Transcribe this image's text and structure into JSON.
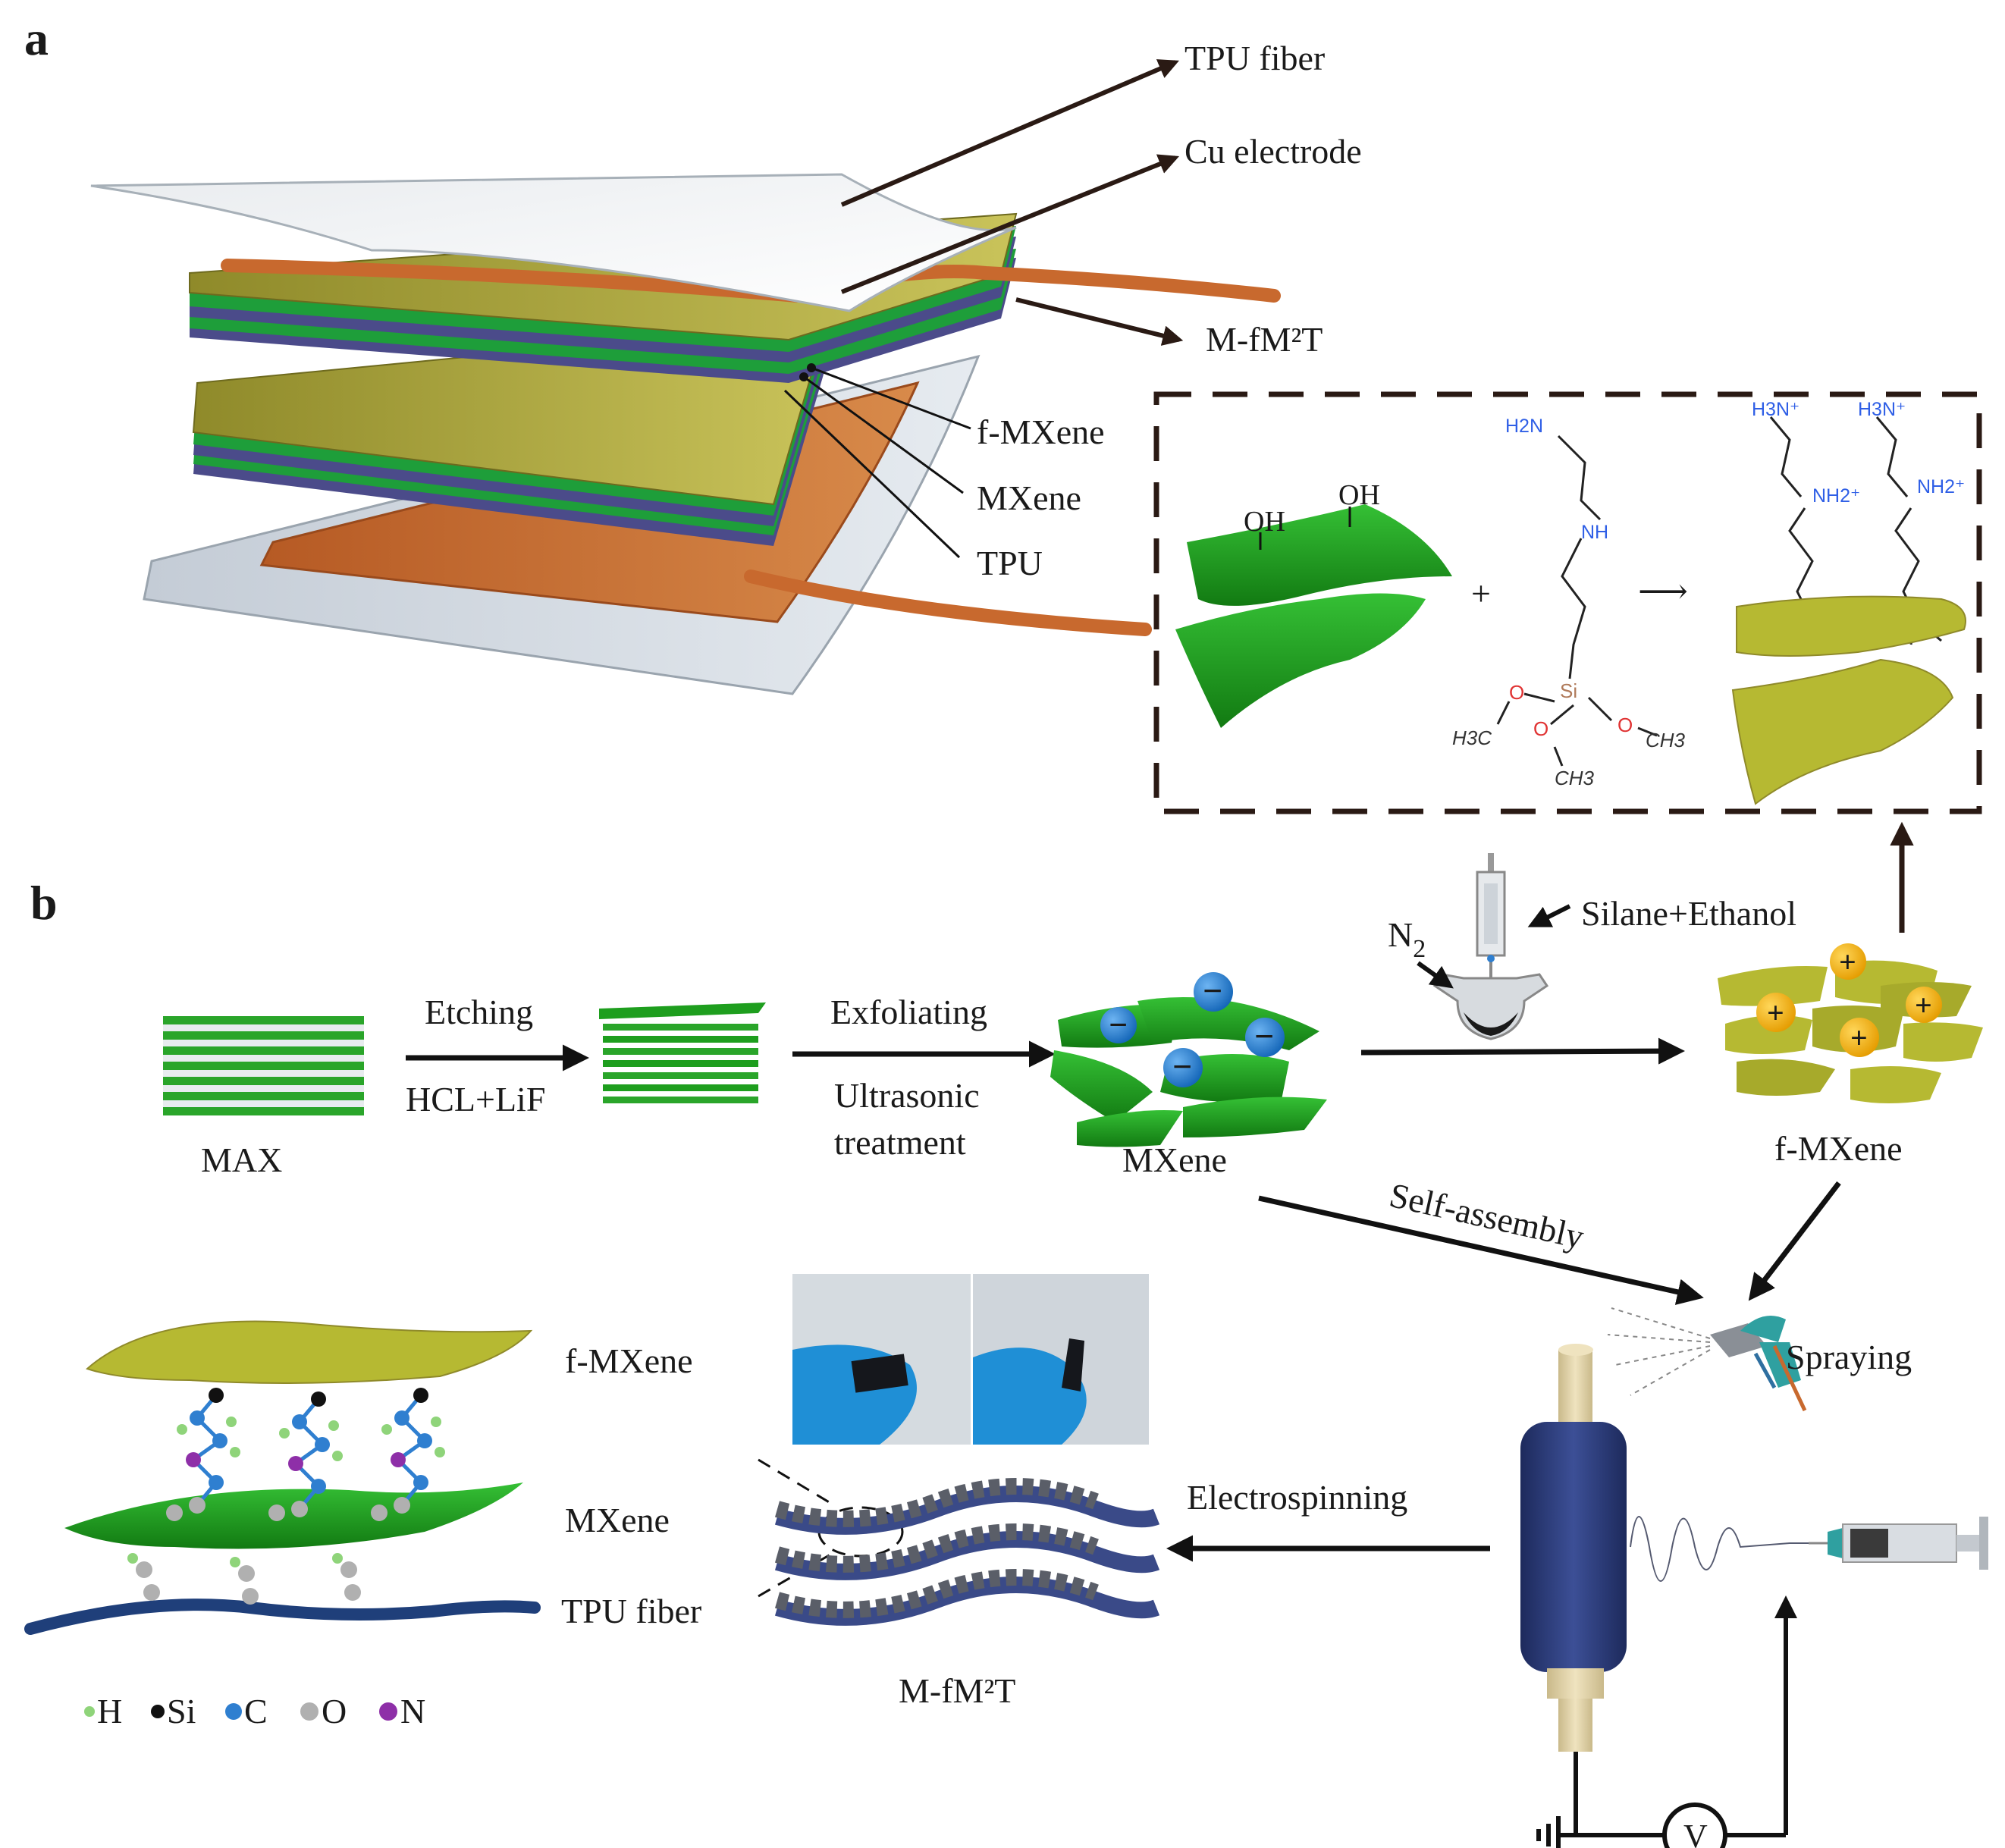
{
  "panels": {
    "a": "a",
    "b": "b"
  },
  "panel_a": {
    "tpu_fiber": "TPU fiber",
    "cu_electrode": "Cu electrode",
    "device": "M-fM²T",
    "f_mxene": "f-MXene",
    "mxene": "MXene",
    "tpu": "TPU",
    "reaction": {
      "oh": "OH",
      "plus": "+",
      "arrow": "⟶",
      "h2n": "H2N",
      "nh": "NH",
      "si": "Si",
      "o": "O",
      "h3c": "H3C",
      "ch3": "CH3",
      "h3n_plus": "H3N⁺",
      "nh2_plus": "NH2⁺"
    }
  },
  "panel_b": {
    "max": "MAX",
    "etching": "Etching",
    "hcl_lif": "HCL+LiF",
    "exfoliating": "Exfoliating",
    "ultrasonic": "Ultrasonic",
    "treatment": "treatment",
    "mxene": "MXene",
    "n2": "N",
    "n2_sub": "2",
    "silane_ethanol": "Silane+Ethanol",
    "f_mxene": "f-MXene",
    "self_assembly": "Self-assembly",
    "spraying": "Spraying",
    "electrospinning": "Electrospinning",
    "device": "M-fM²T",
    "layer_f_mxene": "f-MXene",
    "layer_mxene": "MXene",
    "layer_tpu_fiber": "TPU fiber",
    "voltage": "V",
    "charge_neg": "−",
    "charge_pos": "+",
    "legend": [
      {
        "label": "H",
        "color": "#8fd47a"
      },
      {
        "label": "Si",
        "color": "#111111"
      },
      {
        "label": "C",
        "color": "#2f7fd0"
      },
      {
        "label": "O",
        "color": "#b0b0b0"
      },
      {
        "label": "N",
        "color": "#8e2fa8"
      }
    ]
  },
  "colors": {
    "mxene_green": "#1f9e1f",
    "f_mxene_olive": "#b6b932",
    "cu_orange": "#c8692e",
    "tpu_film": "#b8c2cc",
    "tpu_fiber_blue": "#2d3f7d",
    "neg_charge": "#1f7fd6",
    "pos_charge": "#f0b100"
  }
}
